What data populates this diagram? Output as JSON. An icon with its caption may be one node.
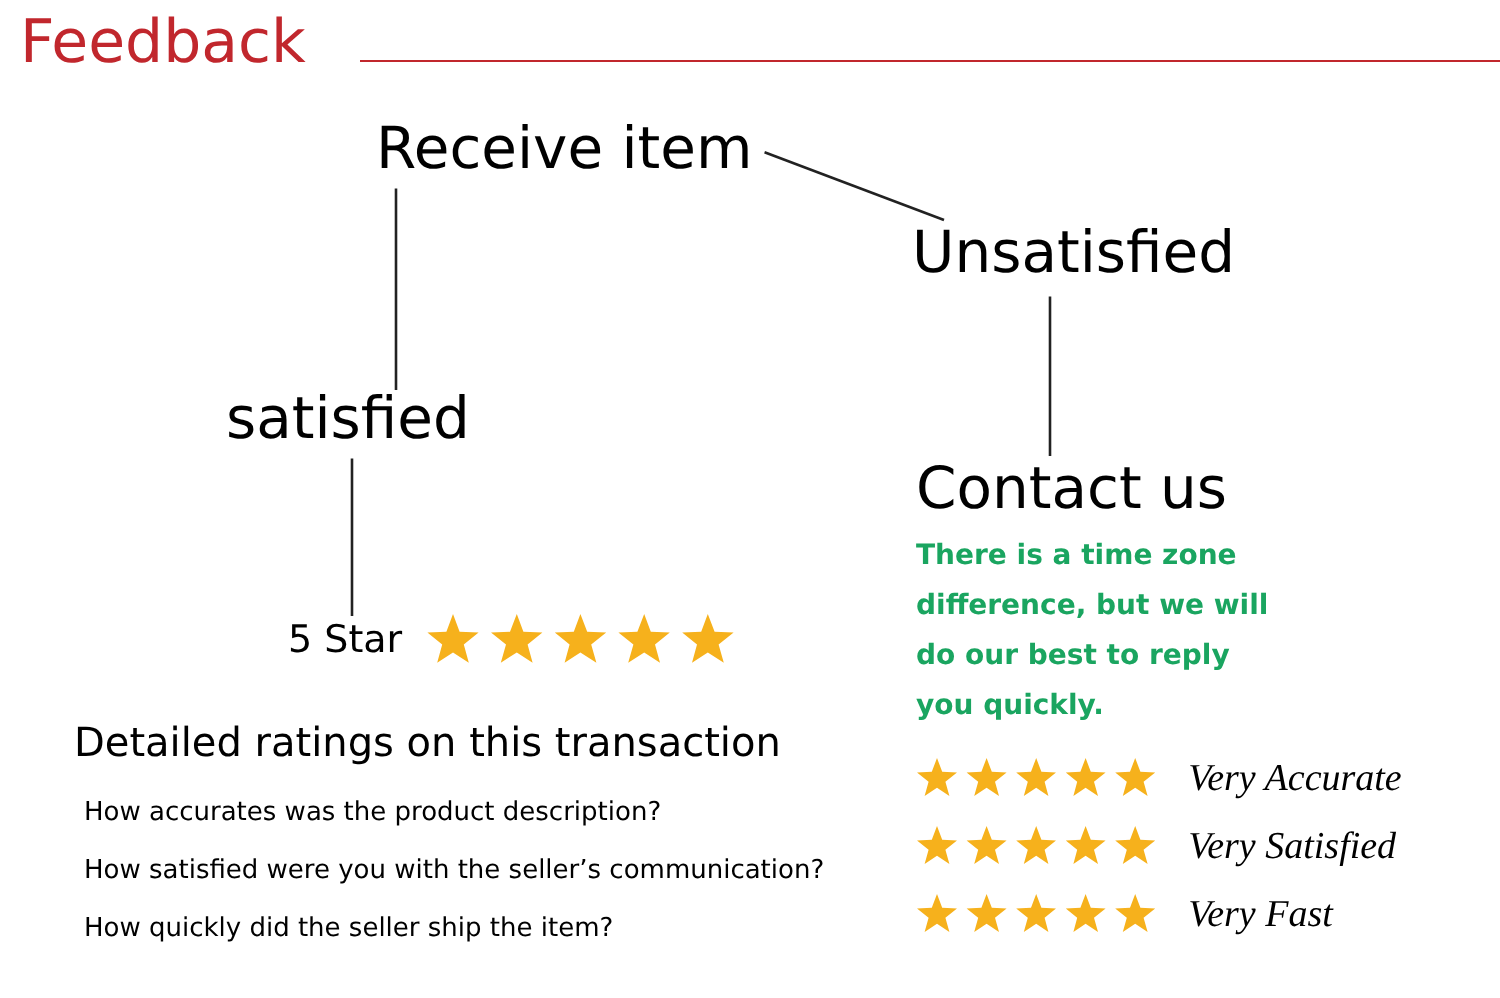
{
  "diagram": {
    "title": "Feedback",
    "nodes": [
      {
        "text": [
          "Receive item"
        ]
      },
      {
        "text": [
          "Unsatisfied"
        ]
      },
      {
        "text": [
          "satisfied"
        ]
      },
      {
        "text": [
          "Contact us",
          "There is a time zone difference, but we will do our best to reply you quickly."
        ]
      },
      {
        "text": [
          "5 Star"
        ]
      }
    ],
    "edges": [
      {
        "from": 0,
        "to": 1,
        "arrow": "none"
      },
      {
        "from": 0,
        "to": 2,
        "arrow": "none"
      },
      {
        "from": 1,
        "to": 3,
        "arrow": "none"
      },
      {
        "from": 2,
        "to": 4,
        "arrow": "none"
      }
    ],
    "labels": [
      "Detailed ratings on this transaction",
      "How accurates was the product description?",
      "How satisfied were you with the seller’s communication?",
      "How quickly did the seller ship the item?",
      "Very Accurate",
      "Very Satisfied",
      "Very Fast"
    ]
  }
}
